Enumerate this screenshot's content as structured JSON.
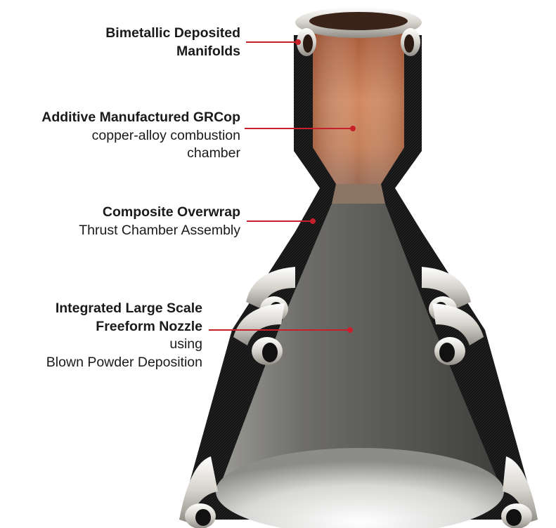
{
  "labels": {
    "manifolds": {
      "title_line1": "Bimetallic Deposited",
      "title_line2": "Manifolds"
    },
    "chamber": {
      "title": "Additive Manufactured GRCop",
      "sub_line1": "copper-alloy combustion",
      "sub_line2": "chamber"
    },
    "overwrap": {
      "title": "Composite Overwrap",
      "sub_line1": "Thrust Chamber Assembly"
    },
    "nozzle": {
      "title_line1": "Integrated Large Scale",
      "title_line2": "Freeform Nozzle",
      "sub_line1": "using",
      "sub_line2": "Blown Powder Deposition"
    }
  },
  "colors": {
    "leader": "#c8202a",
    "copper": "#c27a55",
    "composite": "#151515",
    "nozzle": "#6a6a66",
    "manifold": "#e6e4df"
  }
}
